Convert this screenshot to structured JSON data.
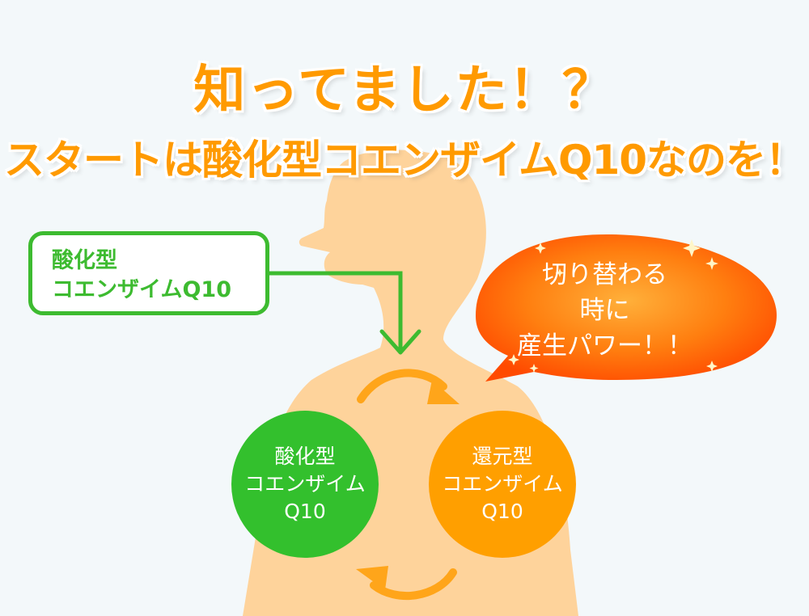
{
  "title": {
    "line1": "知ってました！？",
    "line2": "スタートは酸化型コエンザイムQ10なのを！"
  },
  "label_box": {
    "line1": "酸化型",
    "line2": "コエンザイムQ10"
  },
  "circle_oxidized": {
    "line1": "酸化型",
    "line2": "コエンザイム",
    "line3": "Q10"
  },
  "circle_reduced": {
    "line1": "還元型",
    "line2": "コエンザイム",
    "line3": "Q10"
  },
  "bubble": {
    "line1": "切り替わる",
    "line2": "時に",
    "line3": "産生パワー！！"
  },
  "colors": {
    "title": "#ff9a00",
    "green": "#33c02d",
    "orange": "#ff9f00",
    "body": "#fed39b",
    "bubble": "#ff6a00"
  }
}
